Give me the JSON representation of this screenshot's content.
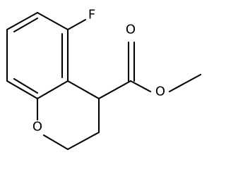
{
  "structure": {
    "atoms": {
      "fluorine": "F",
      "ring_oxygen": "O",
      "carbonyl_oxygen": "O",
      "ester_oxygen": "O"
    },
    "colors": {
      "bond": "#000000",
      "label": "#000000",
      "background": "#ffffff"
    }
  }
}
